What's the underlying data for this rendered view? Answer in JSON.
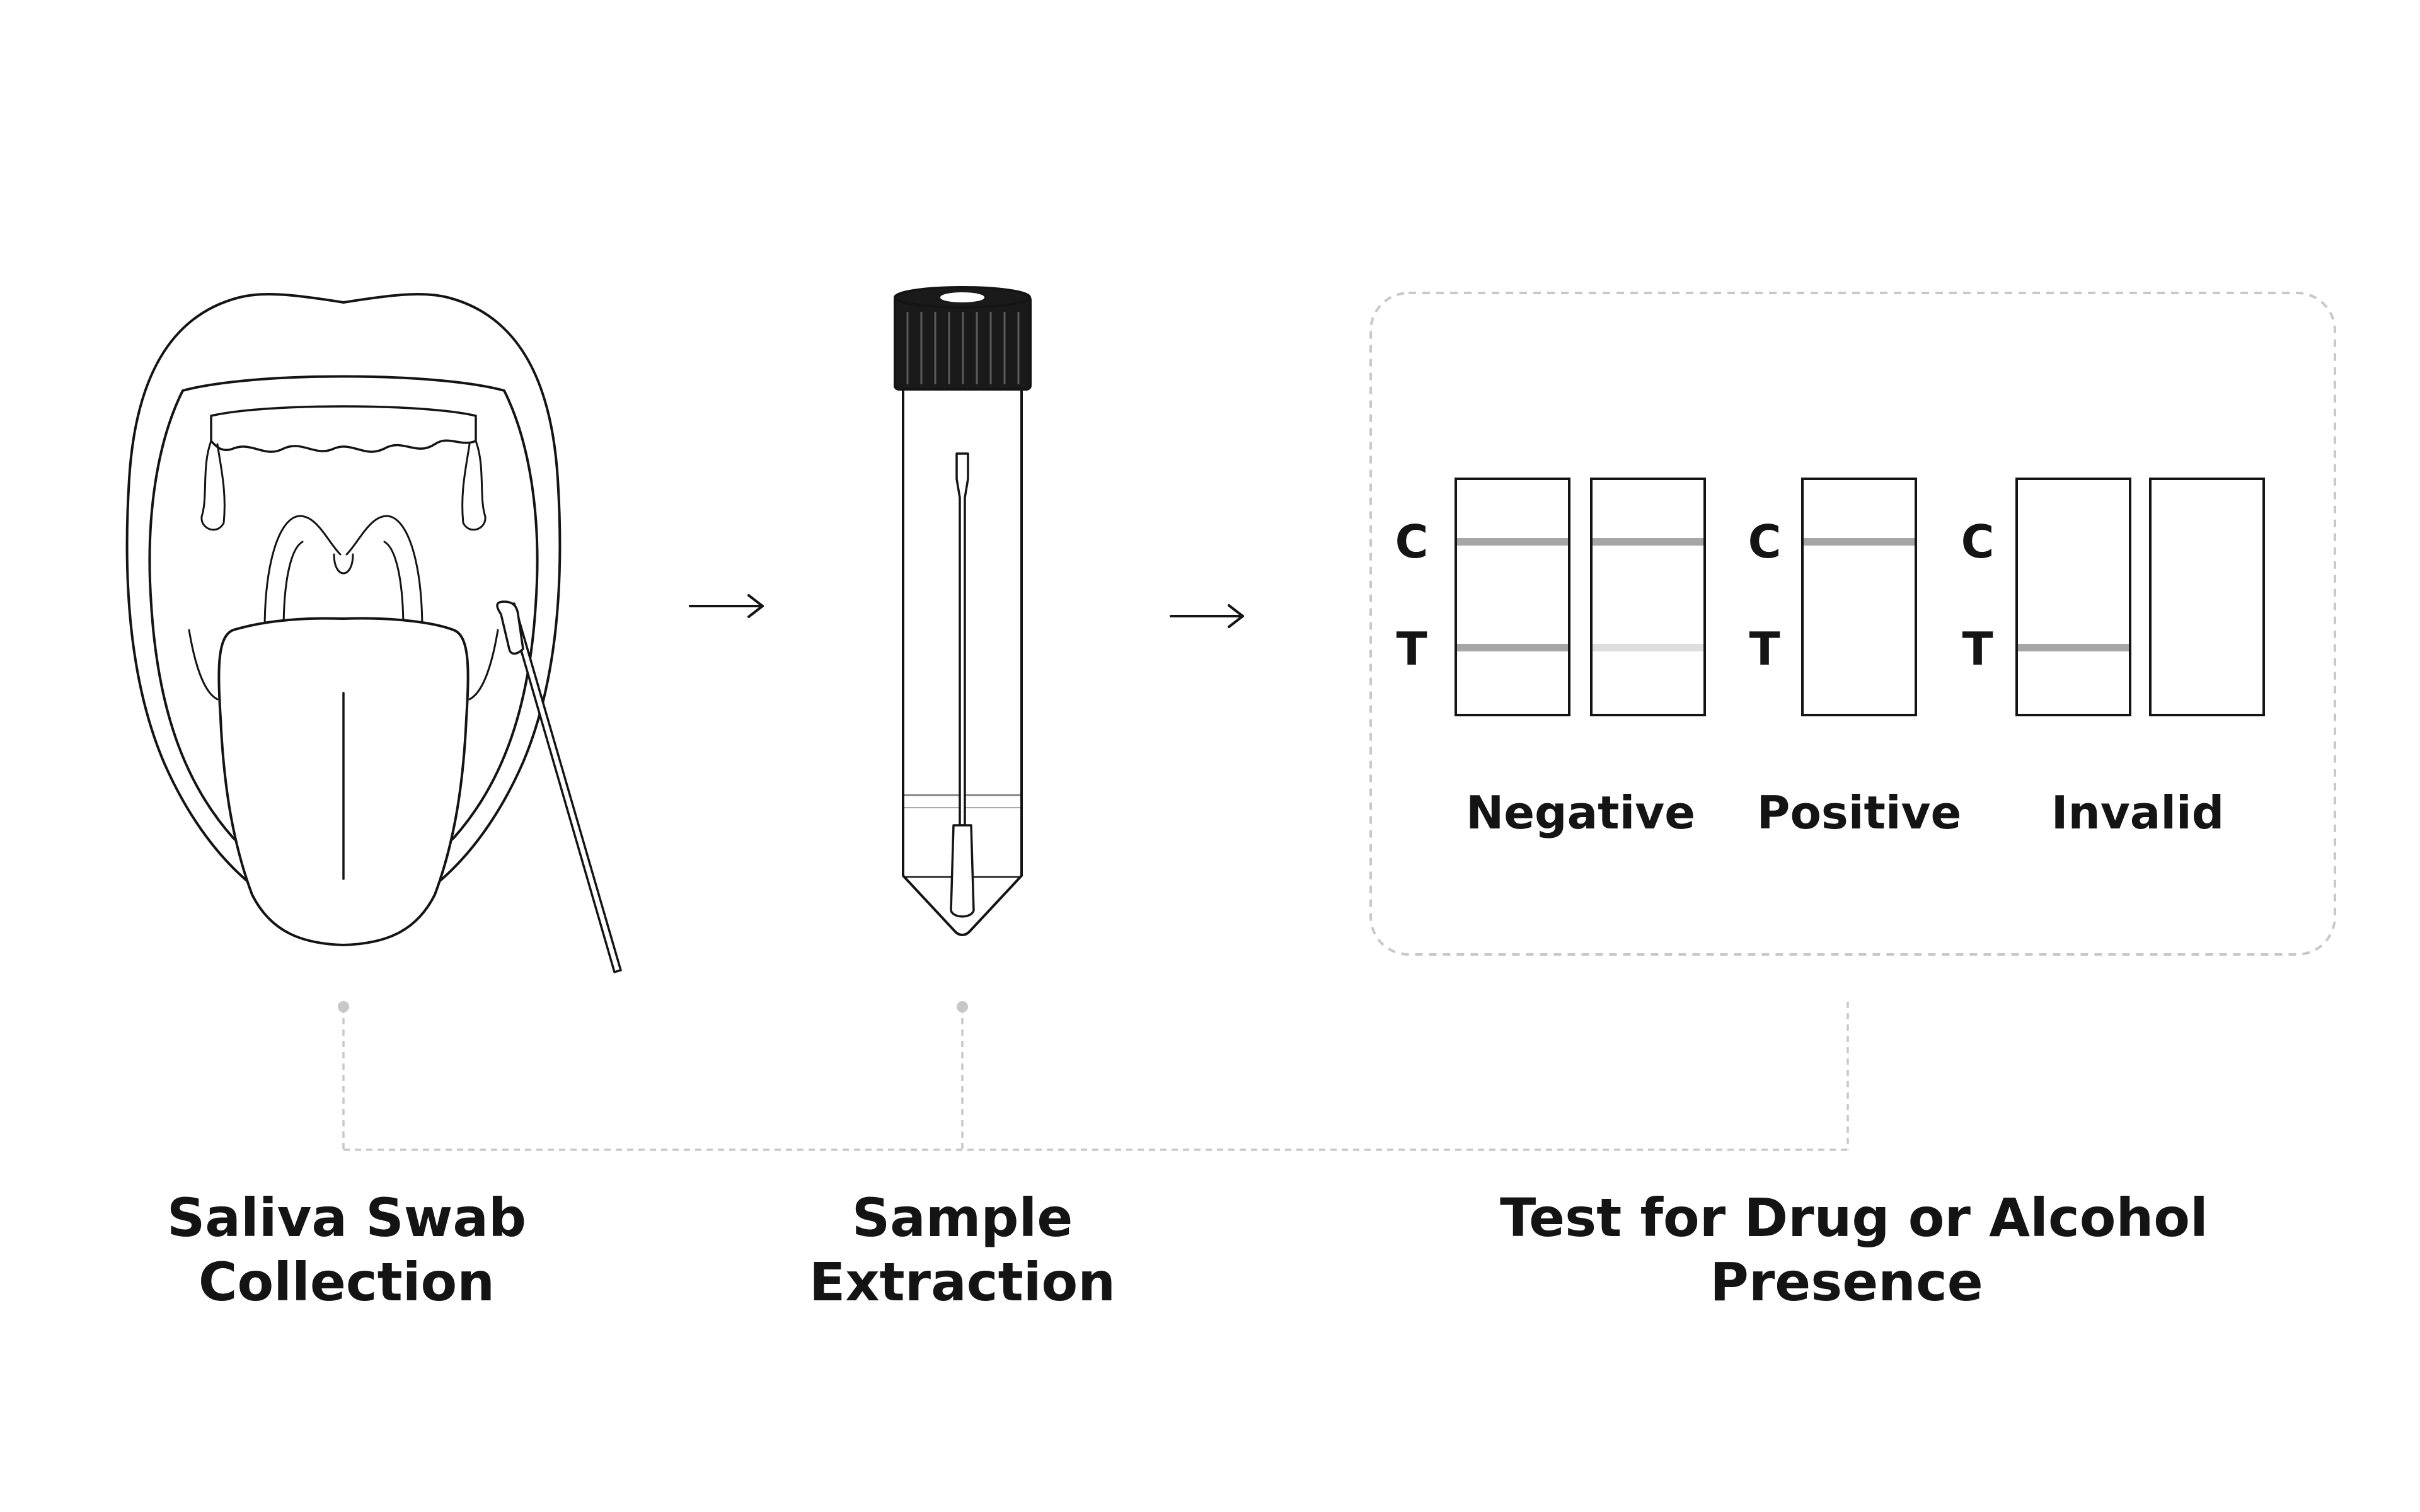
{
  "steps": [
    {
      "line1": "Saliva Swab",
      "line2": "Collection"
    },
    {
      "line1": "Sample",
      "line2": "Extraction"
    },
    {
      "line1": "Test for Drug or Alcohol",
      "line2": "Presence"
    }
  ],
  "test_panel": {
    "line_labels": {
      "control": "C",
      "test": "T"
    },
    "results": [
      {
        "label": "Negative"
      },
      {
        "label": "Positive"
      },
      {
        "label": "Invalid"
      }
    ]
  },
  "colors": {
    "ink": "#141414",
    "band": "#a6a6a6",
    "band_faint": "#dedede",
    "dashed": "#c8c8c8",
    "cap": "#1a1a1a"
  }
}
